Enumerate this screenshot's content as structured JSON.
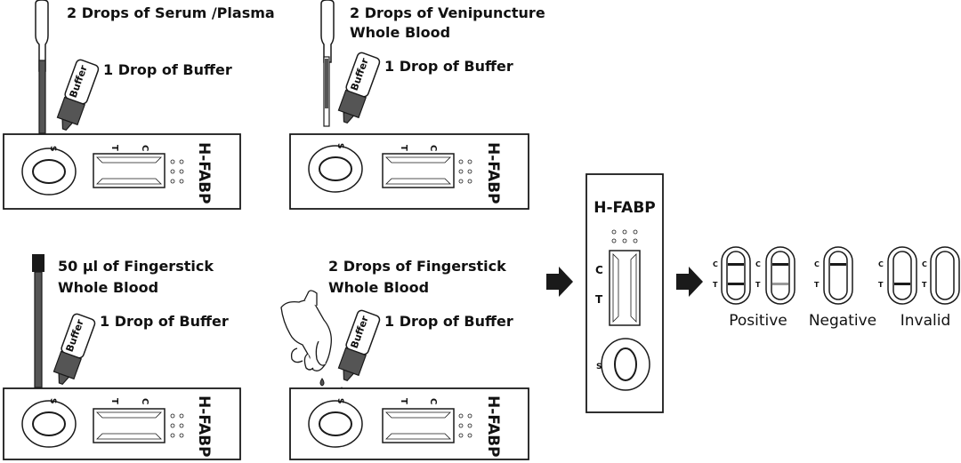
{
  "panels": [
    {
      "label_lines": [
        "2 Drops of Serum /Plasma"
      ],
      "buffer_text": "1 Drop of Buffer",
      "sampler": "dropper"
    },
    {
      "label_lines": [
        "2 Drops of Venipuncture",
        "Whole Blood"
      ],
      "buffer_text": "1 Drop of Buffer",
      "sampler": "dropper-thin"
    },
    {
      "label_lines": [
        "50 µl of Fingerstick",
        "Whole Blood"
      ],
      "buffer_text": "1 Drop of Buffer",
      "sampler": "capillary"
    },
    {
      "label_lines": [
        "2 Drops of Fingerstick",
        "Whole Blood"
      ],
      "buffer_text": "1 Drop of Buffer",
      "sampler": "finger"
    }
  ],
  "bottle_label": "Buffer",
  "cassette": {
    "name": "H-FABP",
    "line_t": "T",
    "line_c": "C",
    "well_s": "S"
  },
  "vertical_cassette": {
    "name": "H-FABP",
    "line_c": "C",
    "line_t": "T",
    "well_s": "S"
  },
  "results": {
    "positive": "Positive",
    "negative": "Negative",
    "invalid": "Invalid",
    "c_letter": "C",
    "t_letter": "T"
  },
  "colors": {
    "line": "#1a1a1a",
    "fill_dark": "#555555",
    "faint_line": "#999999"
  }
}
